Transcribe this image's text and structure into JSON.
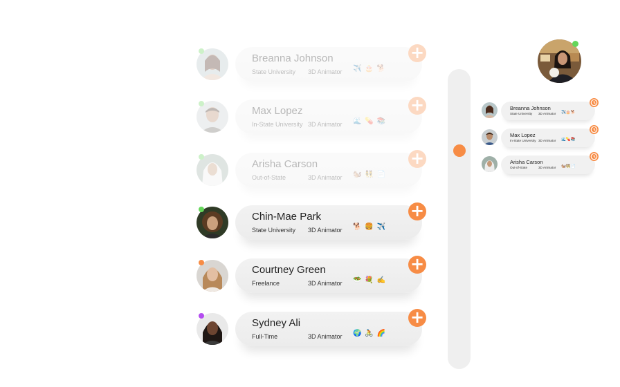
{
  "colors": {
    "accent": "#f78c45",
    "card": "#f0f0f0",
    "online": "#65d65a",
    "away": "#f78c45",
    "busy": "#b44cf0"
  },
  "candidates": [
    {
      "name": "Breanna Johnson",
      "affiliation": "State University",
      "role": "3D Animator",
      "emojis": "✈️ 🎂 🐕",
      "status": "online",
      "faded": true
    },
    {
      "name": "Max Lopez",
      "affiliation": "In-State University",
      "role": "3D Animator",
      "emojis": "🌊 💊 📚",
      "status": "online",
      "faded": true
    },
    {
      "name": "Arisha Carson",
      "affiliation": "Out-of-State",
      "role": "3D Animator",
      "emojis": "🐿️ 👯 📄",
      "status": "online",
      "faded": true
    },
    {
      "name": "Chin-Mae Park",
      "affiliation": "State University",
      "role": "3D Animator",
      "emojis": "🐕 🍔 ✈️",
      "status": "online",
      "faded": false
    },
    {
      "name": "Courtney Green",
      "affiliation": "Freelance",
      "role": "3D Animator",
      "emojis": "🥗 💐 ✍️",
      "status": "away",
      "faded": false
    },
    {
      "name": "Sydney Ali",
      "affiliation": "Full-Time",
      "role": "3D Animator",
      "emojis": "🌍 🚴 🌈",
      "status": "busy",
      "faded": false
    }
  ],
  "icons": {
    "add": "plus-icon",
    "scheduled": "clock-icon"
  },
  "add_symbol": "+",
  "scrollbar": {
    "position": 0.27
  },
  "current_user": {
    "status": "online"
  },
  "scheduled": [
    {
      "name": "Breanna Johnson",
      "affiliation": "State University",
      "role": "3D Animator",
      "emojis": "✈️🎂🐕"
    },
    {
      "name": "Max Lopez",
      "affiliation": "In-State University",
      "role": "3D Animator",
      "emojis": "🌊💊📚"
    },
    {
      "name": "Arisha Carson",
      "affiliation": "Out-of-State",
      "role": "3D Animator",
      "emojis": "🐿️👯📄"
    }
  ]
}
